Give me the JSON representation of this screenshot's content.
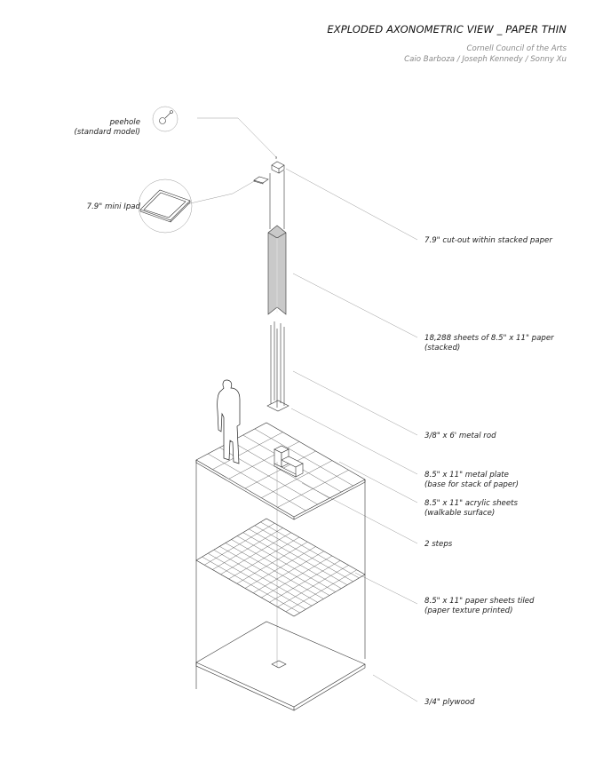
{
  "header": {
    "title": "EXPLODED AXONOMETRIC VIEW _ PAPER THIN",
    "credit_line1": "Cornell Council of the Arts",
    "credit_line2": "Caio Barboza / Joseph Kennedy / Sonny Xu"
  },
  "labels": {
    "peephole_line1": "peehole",
    "peephole_line2": "(standard model)",
    "ipad": "7.9\" mini Ipad",
    "cutout": "7.9\" cut-out within stacked paper",
    "sheets_line1": "18,288 sheets of 8.5\" x 11\" paper",
    "sheets_line2": "(stacked)",
    "rod": "3/8\" x 6' metal rod",
    "plate_line1": "8.5\" x 11\" metal plate",
    "plate_line2": "(base for stack of paper)",
    "acrylic_line1": "8.5\" x 11\" acrylic sheets",
    "acrylic_line2": "(walkable surface)",
    "steps": "2 steps",
    "tiled_line1": "8.5\" x 11\" paper sheets tiled",
    "tiled_line2": "(paper texture printed)",
    "plywood": "3/4\" plywood"
  },
  "colors": {
    "line": "#333333",
    "leader": "#9a9a9a",
    "stack_fill": "#c9c9c9",
    "figure_fill": "#ffffff"
  }
}
